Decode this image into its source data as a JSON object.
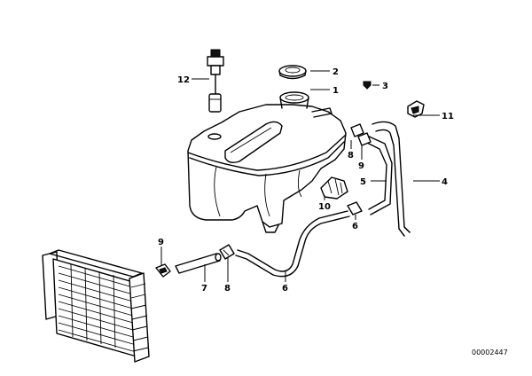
{
  "callouts": {
    "c1": "1",
    "c2": "2",
    "c3": "3",
    "c4": "4",
    "c5": "5",
    "c6a": "6",
    "c6b": "6",
    "c7": "7",
    "c8a": "8",
    "c8b": "8",
    "c9a": "9",
    "c9b": "9",
    "c10": "10",
    "c11": "11",
    "c12": "12"
  },
  "document_id": "00002447"
}
